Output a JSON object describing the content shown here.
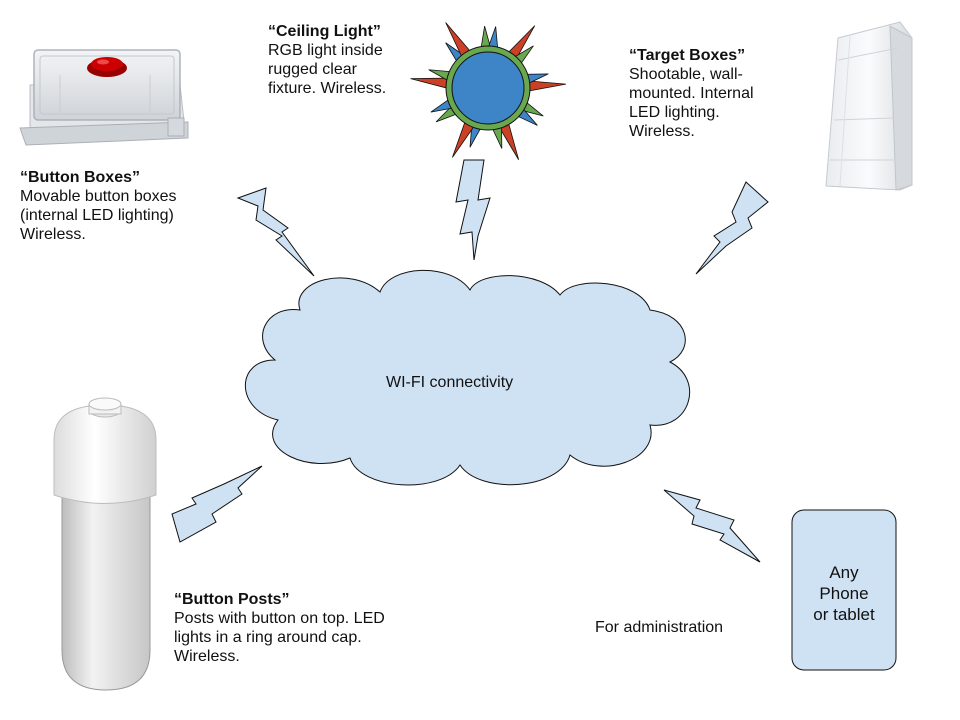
{
  "cloud": {
    "label": "WI-FI connectivity",
    "fill": "#cfe2f3",
    "stroke": "#111111"
  },
  "nodes": {
    "button_boxes": {
      "title": "“Button Boxes”",
      "desc": "Movable button boxes\n(internal LED lighting)\nWireless."
    },
    "ceiling_light": {
      "title": "“Ceiling Light”",
      "desc": "RGB light inside\nrugged clear\nfixture.  Wireless."
    },
    "target_boxes": {
      "title": "“Target Boxes”",
      "desc": "Shootable, wall-\nmounted.  Internal\nLED lighting.\nWireless."
    },
    "button_posts": {
      "title": "“Button Posts”",
      "desc": "Posts with button on top.  LED\nlights in a ring around cap.\nWireless."
    },
    "phone": {
      "label": "Any\nPhone\nor tablet",
      "caption": "For administration"
    }
  },
  "colors": {
    "bolt_fill": "#cfe2f3",
    "sun_blue": "#3d85c6",
    "sun_red": "#cc4125",
    "sun_green": "#6aa84f",
    "button_red": "#cc0000",
    "phone_fill": "#cfe2f3"
  },
  "icons": [
    "lightning-bolt-icon",
    "sun-light-icon",
    "button-box-icon",
    "target-box-icon",
    "button-post-icon",
    "phone-icon"
  ]
}
